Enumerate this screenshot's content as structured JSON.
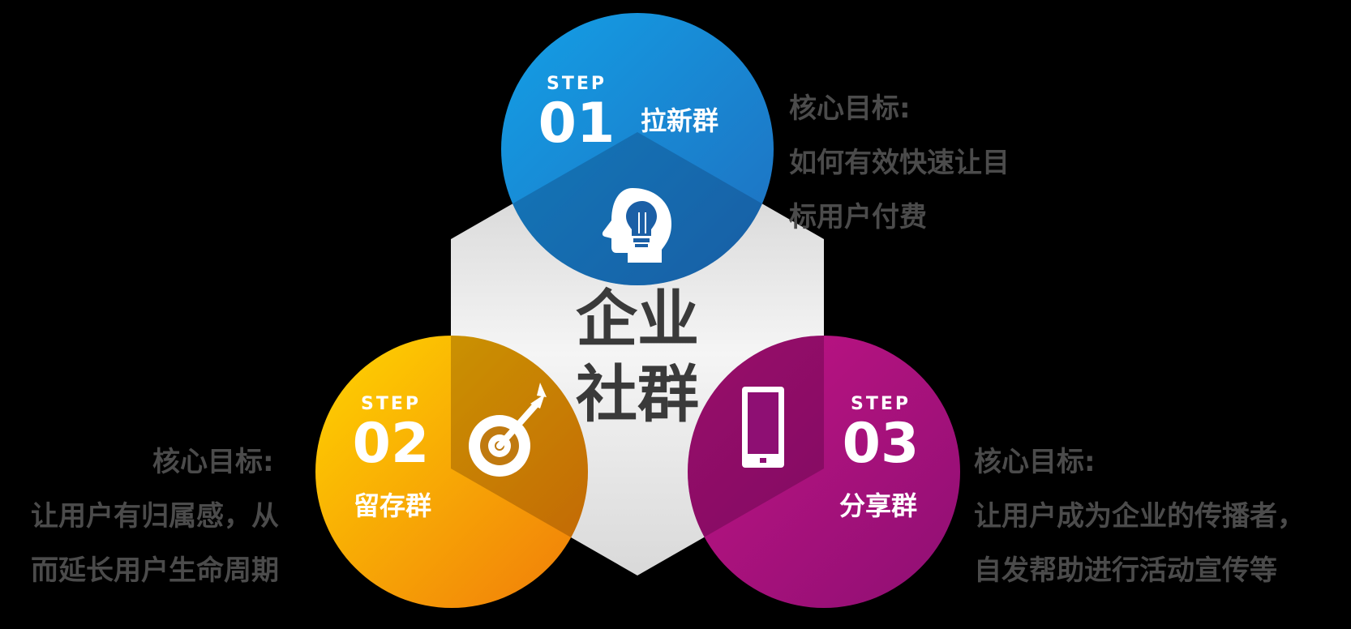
{
  "center": {
    "line1": "企业",
    "line2": "社群"
  },
  "steps": [
    {
      "step_word": "STEP",
      "number": "01",
      "name": "拉新群",
      "icon": "head-lightbulb-icon",
      "color": "#1e8fd8"
    },
    {
      "step_word": "STEP",
      "number": "02",
      "name": "留存群",
      "icon": "target-dart-icon",
      "color": "#f6a90f"
    },
    {
      "step_word": "STEP",
      "number": "03",
      "name": "分享群",
      "icon": "smartphone-icon",
      "color": "#b3117f"
    }
  ],
  "descriptions": [
    {
      "title": "核心目标:",
      "lines": [
        "如何有效快速让目",
        "标用户付费"
      ]
    },
    {
      "title": "核心目标:",
      "lines": [
        "让用户有归属感，从",
        "而延长用户生命周期"
      ]
    },
    {
      "title": "核心目标:",
      "lines": [
        "让用户成为企业的传播者，",
        "自发帮助进行活动宣传等"
      ]
    }
  ],
  "colors": {
    "background": "#000000",
    "hexagon": "#e6e6e6",
    "center_text": "#3a3a3a",
    "desc_text": "#4b4b4b"
  }
}
